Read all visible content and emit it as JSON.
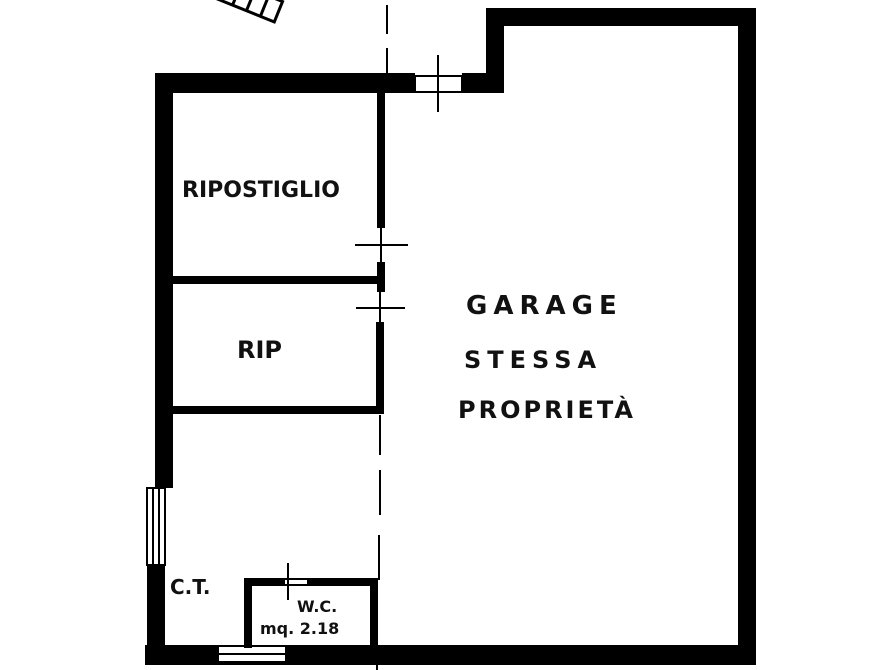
{
  "plan": {
    "rooms": [
      {
        "id": "ripostiglio",
        "label": "RIPOSTIGLIO"
      },
      {
        "id": "rip",
        "label": "RIP"
      },
      {
        "id": "garage",
        "label_lines": [
          "GARAGE",
          "STESSA",
          "PROPRIETÀ"
        ]
      },
      {
        "id": "ct",
        "label": "C.T."
      },
      {
        "id": "wc",
        "label": "W.C.",
        "area": "mq. 2.18"
      }
    ],
    "colors": {
      "wall": "#000000",
      "background": "#ffffff"
    }
  }
}
